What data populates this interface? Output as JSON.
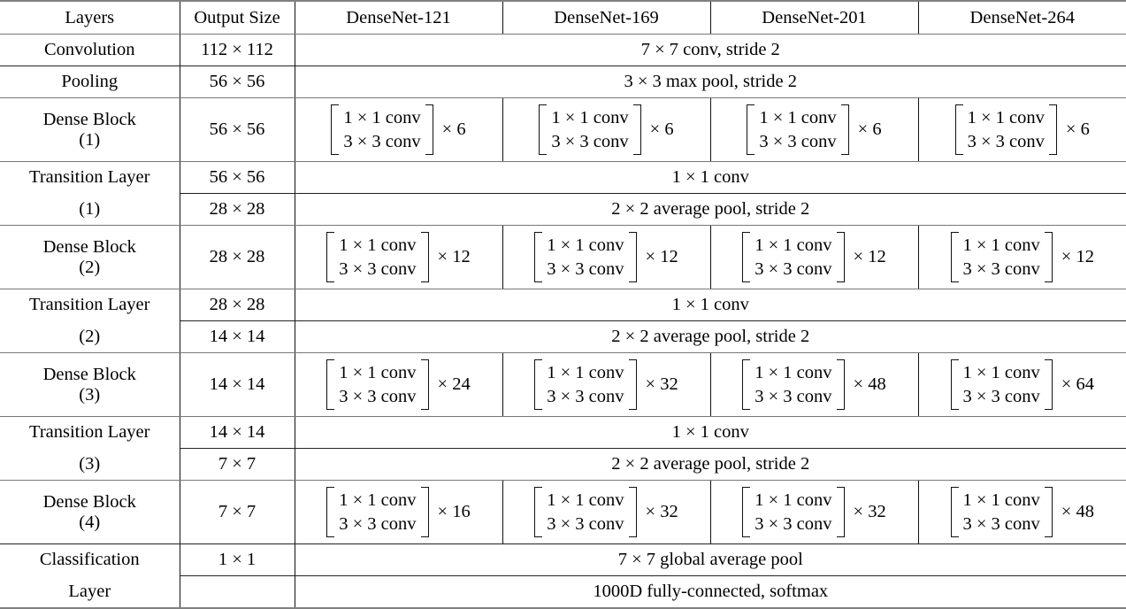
{
  "table": {
    "caption_present": false,
    "columns": [
      "Layers",
      "Output Size",
      "DenseNet-121",
      "DenseNet-169",
      "DenseNet-201",
      "DenseNet-264"
    ],
    "symbols": {
      "times": "×"
    },
    "rows": {
      "convolution": {
        "layer": "Convolution",
        "output_size": "112 × 112",
        "spanned": "7 × 7 conv, stride 2"
      },
      "pooling": {
        "layer": "Pooling",
        "output_size": "56 × 56",
        "spanned": "3 × 3 max pool, stride 2"
      },
      "dense_block_1": {
        "layer_line1": "Dense Block",
        "layer_line2": "(1)",
        "output_size": "56 × 56",
        "conv_a": "1 × 1 conv",
        "conv_b": "3 × 3 conv",
        "multipliers": [
          "× 6",
          "× 6",
          "× 6",
          "× 6"
        ]
      },
      "transition_layer_1": {
        "layer_line1": "Transition Layer",
        "layer_line2": "(1)",
        "output_size_a": "56 × 56",
        "output_size_b": "28 × 28",
        "spanned_a": "1 × 1 conv",
        "spanned_b": "2 × 2 average pool, stride 2"
      },
      "dense_block_2": {
        "layer_line1": "Dense Block",
        "layer_line2": "(2)",
        "output_size": "28 × 28",
        "conv_a": "1 × 1 conv",
        "conv_b": "3 × 3 conv",
        "multipliers": [
          "× 12",
          "× 12",
          "× 12",
          "× 12"
        ]
      },
      "transition_layer_2": {
        "layer_line1": "Transition Layer",
        "layer_line2": "(2)",
        "output_size_a": "28 × 28",
        "output_size_b": "14 × 14",
        "spanned_a": "1 × 1 conv",
        "spanned_b": "2 × 2 average pool, stride 2"
      },
      "dense_block_3": {
        "layer_line1": "Dense Block",
        "layer_line2": "(3)",
        "output_size": "14 × 14",
        "conv_a": "1 × 1 conv",
        "conv_b": "3 × 3 conv",
        "multipliers": [
          "× 24",
          "× 32",
          "× 48",
          "× 64"
        ]
      },
      "transition_layer_3": {
        "layer_line1": "Transition Layer",
        "layer_line2": "(3)",
        "output_size_a": "14 × 14",
        "output_size_b": "7 × 7",
        "spanned_a": "1 × 1 conv",
        "spanned_b": "2 × 2 average pool, stride 2"
      },
      "dense_block_4": {
        "layer_line1": "Dense Block",
        "layer_line2": "(4)",
        "output_size": "7 × 7",
        "conv_a": "1 × 1 conv",
        "conv_b": "3 × 3 conv",
        "multipliers": [
          "× 16",
          "× 32",
          "× 32",
          "× 48"
        ]
      },
      "classification_layer": {
        "layer_line1": "Classification",
        "layer_line2": "Layer",
        "output_size_a": "1 × 1",
        "output_size_b": "",
        "spanned_a": "7 × 7 global average pool",
        "spanned_b": "1000D fully-connected, softmax"
      }
    }
  },
  "colors": {
    "text": "#000000",
    "rule_heavy": "#808080",
    "rule_light": "#111111",
    "background": "#ffffff"
  }
}
